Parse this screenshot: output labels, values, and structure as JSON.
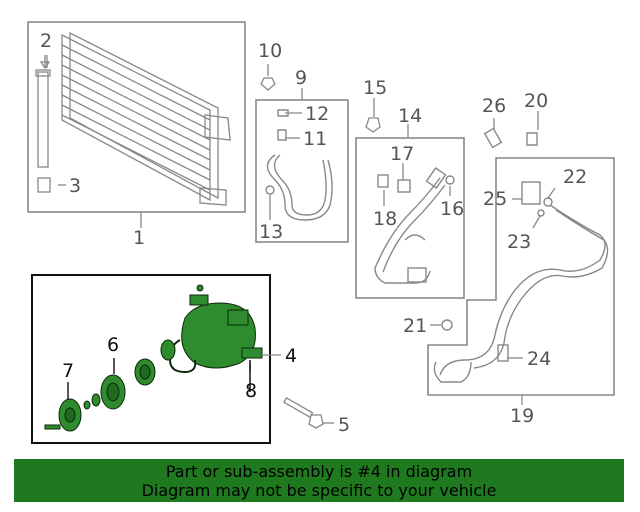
{
  "diagram": {
    "callouts": [
      "1",
      "2",
      "3",
      "4",
      "5",
      "6",
      "7",
      "8",
      "9",
      "10",
      "11",
      "12",
      "13",
      "14",
      "15",
      "16",
      "17",
      "18",
      "19",
      "20",
      "21",
      "22",
      "23",
      "24",
      "25",
      "26"
    ],
    "highlight_color": "#2e8b2e",
    "line_color": "#888888"
  },
  "banner": {
    "line1": "Part or sub-assembly is #4 in diagram",
    "line2": "Diagram may not be specific to your vehicle",
    "background": "#1f7a1f"
  }
}
